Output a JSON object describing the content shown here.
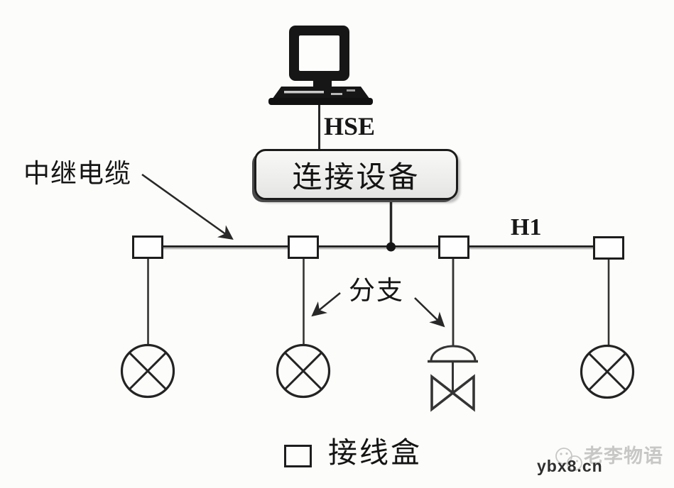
{
  "labels": {
    "hse": "HSE",
    "h1": "H1",
    "trunk_cable": "中继电缆",
    "branch": "分支",
    "linking_device": "连接设备",
    "legend_junction_box": "接线盒"
  },
  "watermark": {
    "name": "老李物语",
    "site": "ybx8.cn"
  },
  "nodes": {
    "junction_box_count": 4,
    "instrument_count": 3,
    "valve_count": 1
  },
  "colors": {
    "line": "#262626",
    "background": "#fcfcfa",
    "device_box_fill": "#efefeb",
    "junction_box_fill": "#fefefe",
    "watermark_gray": "#c7c7c5"
  }
}
